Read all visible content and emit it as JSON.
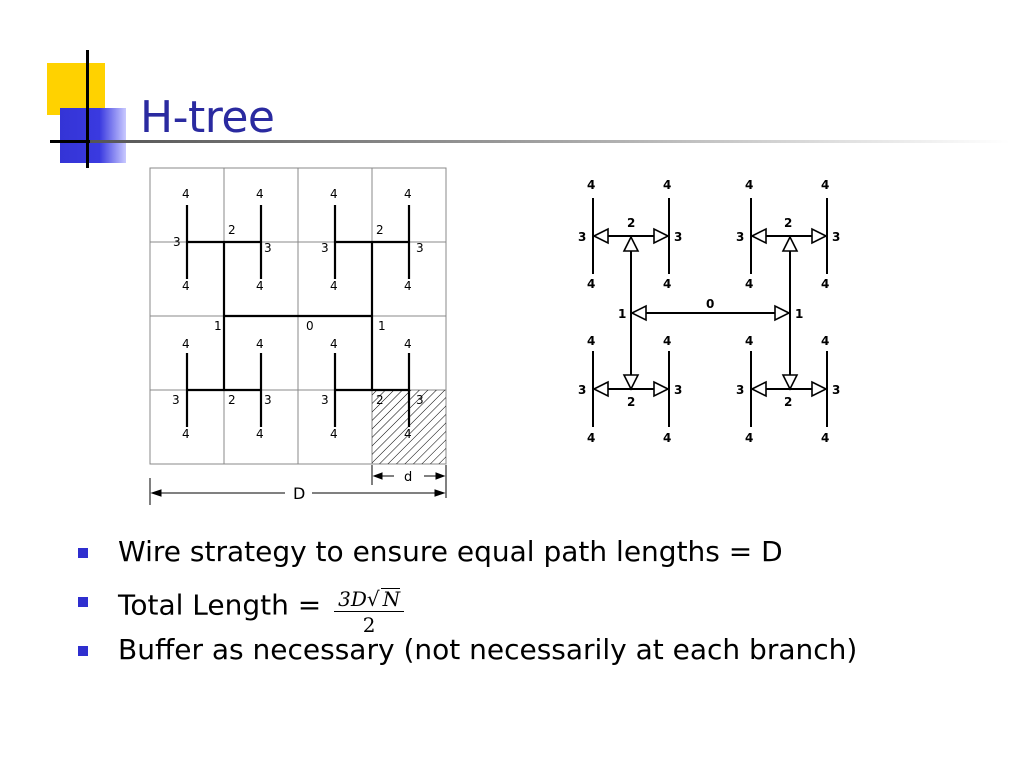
{
  "title": "H-tree",
  "left_diagram": {
    "cell_labels": {
      "level0": "0",
      "level1": "1",
      "level2": "2",
      "level3": "3",
      "level4": "4"
    },
    "dimension_D": "D",
    "dimension_d": "d"
  },
  "right_diagram": {
    "labels": {
      "level0": "0",
      "level1": "1",
      "level2": "2",
      "level3": "3",
      "level4": "4"
    }
  },
  "bullets": [
    {
      "text": "Wire strategy to ensure equal path lengths = D"
    },
    {
      "text": "Total Length =",
      "formula": {
        "numerator_prefix": "3D",
        "numerator_radicand": "N",
        "denominator": "2"
      }
    },
    {
      "text": "Buffer as necessary (not necessarily at each branch)"
    }
  ],
  "colors": {
    "title": "#2a2aa0",
    "bullet": "#2f2fcf",
    "deco_yellow": "#ffd200",
    "deco_blue": "#3434d6"
  }
}
